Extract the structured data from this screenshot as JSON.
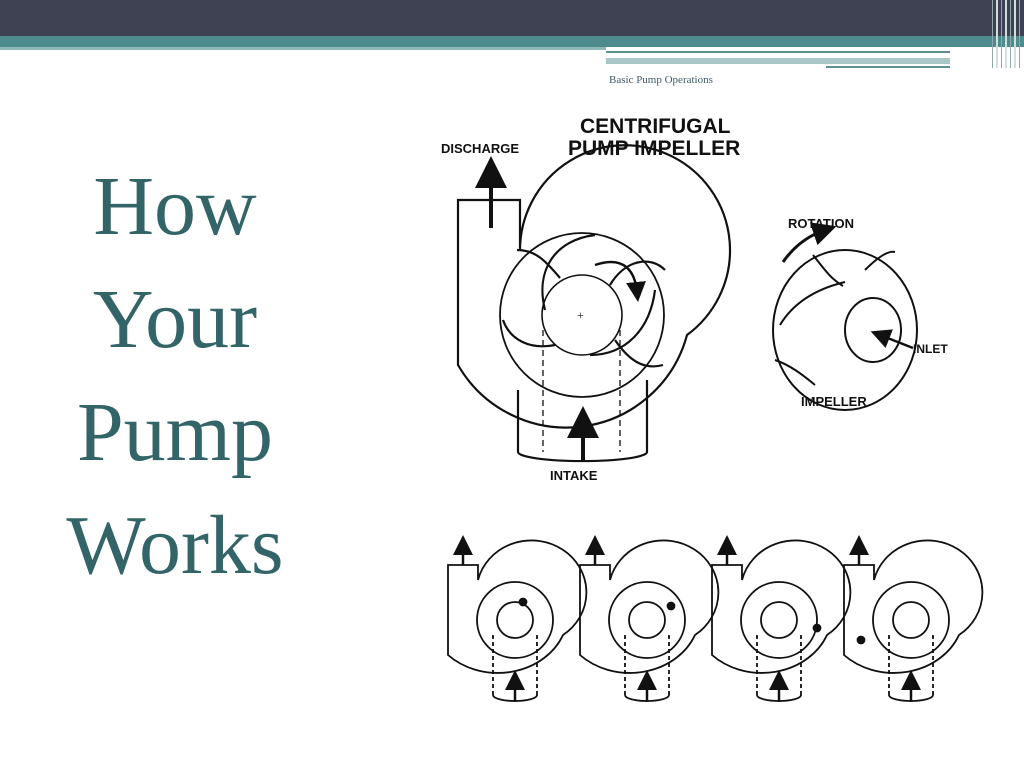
{
  "slide": {
    "subtitle": "Basic Pump Operations",
    "title_lines": [
      "How",
      "Your",
      "Pump",
      "Works"
    ]
  },
  "diagram": {
    "heading_line1": "CENTRIFUGAL",
    "heading_line2": "PUMP IMPELLER",
    "discharge": "DISCHARGE",
    "intake": "INTAKE",
    "rotation": "ROTATION",
    "inlet": "INLET",
    "impeller": "IMPELLER"
  },
  "colors": {
    "header_dark": "#3f4253",
    "header_teal": "#4d8b8c",
    "title": "#336468"
  }
}
